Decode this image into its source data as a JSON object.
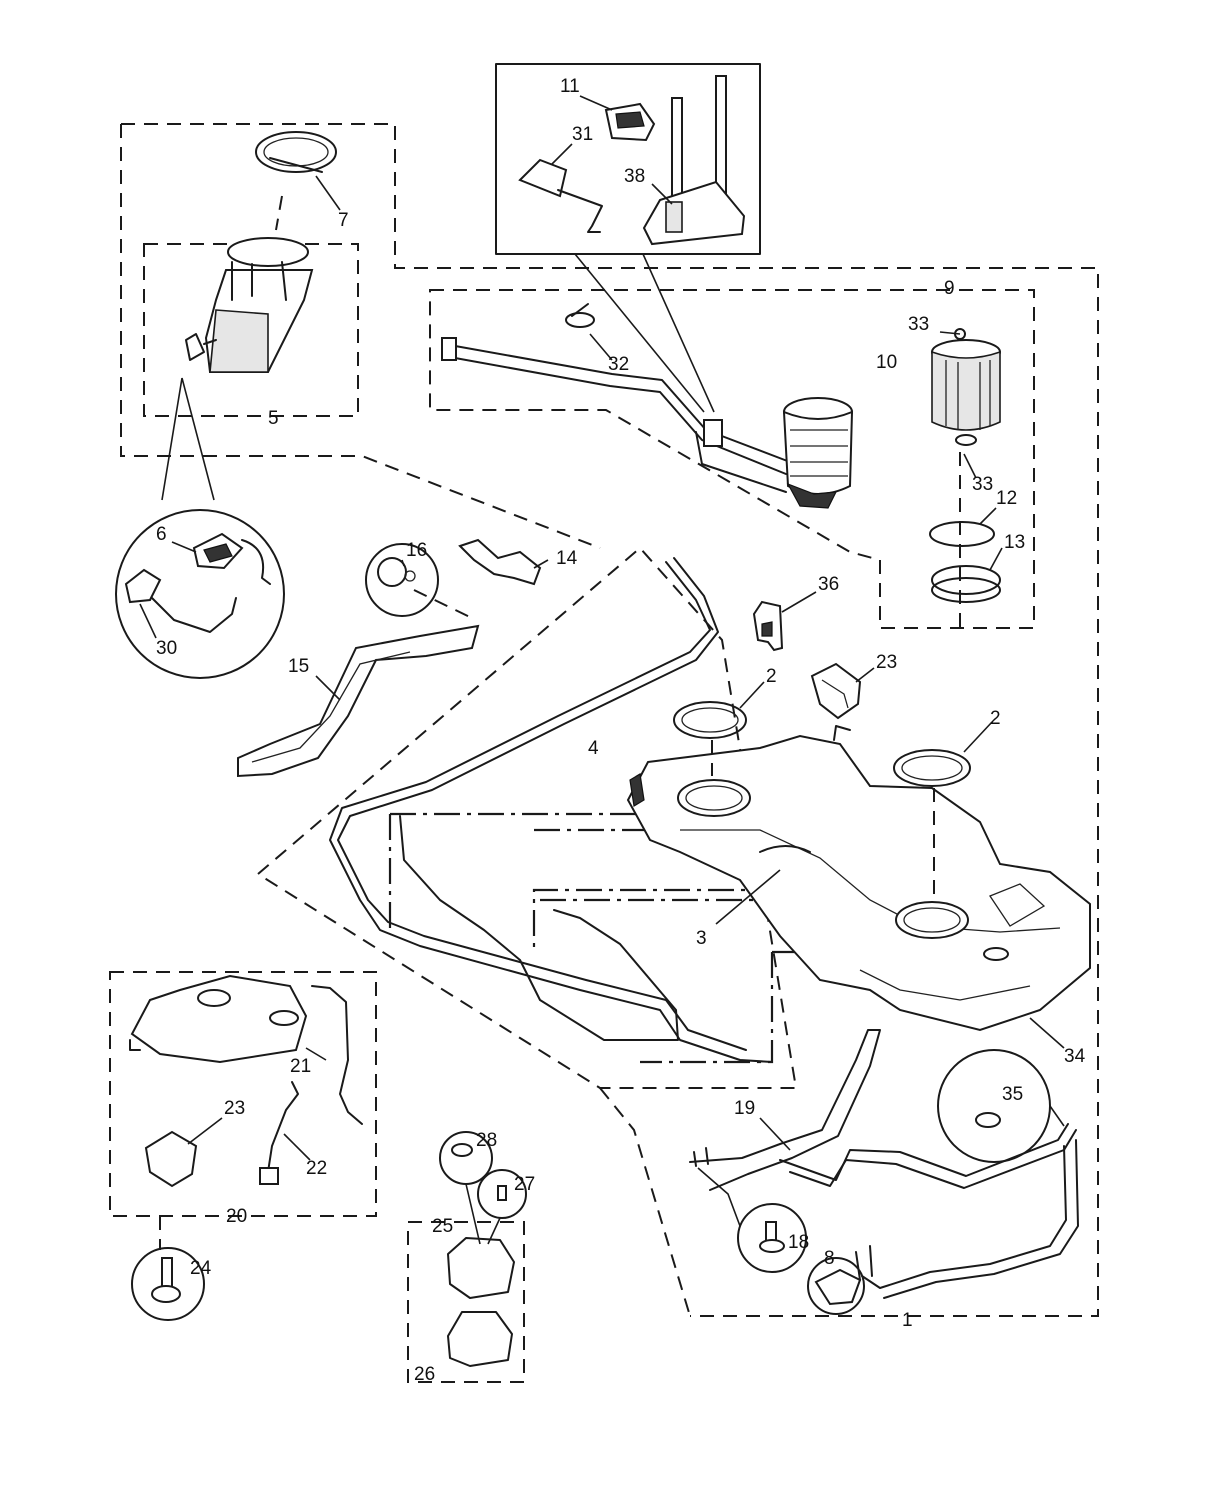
{
  "callouts": [
    {
      "id": "c1",
      "text": "1"
    },
    {
      "id": "c2a",
      "text": "2"
    },
    {
      "id": "c2b",
      "text": "2"
    },
    {
      "id": "c3",
      "text": "3"
    },
    {
      "id": "c4",
      "text": "4"
    },
    {
      "id": "c5",
      "text": "5"
    },
    {
      "id": "c6",
      "text": "6"
    },
    {
      "id": "c7",
      "text": "7"
    },
    {
      "id": "c8",
      "text": "8"
    },
    {
      "id": "c9",
      "text": "9"
    },
    {
      "id": "c10",
      "text": "10"
    },
    {
      "id": "c11",
      "text": "11"
    },
    {
      "id": "c12",
      "text": "12"
    },
    {
      "id": "c13",
      "text": "13"
    },
    {
      "id": "c14",
      "text": "14"
    },
    {
      "id": "c15",
      "text": "15"
    },
    {
      "id": "c16",
      "text": "16"
    },
    {
      "id": "c18",
      "text": "18"
    },
    {
      "id": "c19",
      "text": "19"
    },
    {
      "id": "c20",
      "text": "20"
    },
    {
      "id": "c21",
      "text": "21"
    },
    {
      "id": "c22",
      "text": "22"
    },
    {
      "id": "c23a",
      "text": "23"
    },
    {
      "id": "c23b",
      "text": "23"
    },
    {
      "id": "c24",
      "text": "24"
    },
    {
      "id": "c25",
      "text": "25"
    },
    {
      "id": "c26",
      "text": "26"
    },
    {
      "id": "c27",
      "text": "27"
    },
    {
      "id": "c28",
      "text": "28"
    },
    {
      "id": "c30",
      "text": "30"
    },
    {
      "id": "c31",
      "text": "31"
    },
    {
      "id": "c32",
      "text": "32"
    },
    {
      "id": "c33a",
      "text": "33"
    },
    {
      "id": "c33b",
      "text": "33"
    },
    {
      "id": "c34",
      "text": "34"
    },
    {
      "id": "c35",
      "text": "35"
    },
    {
      "id": "c36",
      "text": "36"
    },
    {
      "id": "c38",
      "text": "38"
    }
  ]
}
